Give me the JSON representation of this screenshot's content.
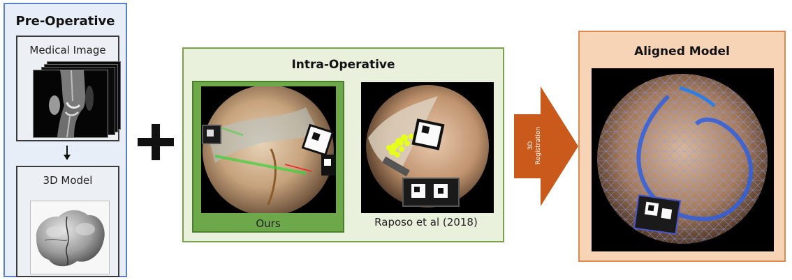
{
  "pre_operative": {
    "title": "Pre-Operative",
    "medical_image_label": "Medical Image",
    "model_label": "3D Model"
  },
  "intra_operative": {
    "title": "Intra-Operative",
    "ours_label": "Ours",
    "raposo_label": "Raposo et al (2018)"
  },
  "registration": {
    "line1": "3D",
    "line2": "Registration"
  },
  "aligned": {
    "title": "Aligned Model"
  },
  "colors": {
    "pre_border": "#5b7fc4",
    "intra_border": "#7aa04e",
    "ours_frame": "#6da94a",
    "arrow": "#c95a1c",
    "aligned_fill": "#f8d4b7",
    "aligned_border": "#e08a4f"
  }
}
